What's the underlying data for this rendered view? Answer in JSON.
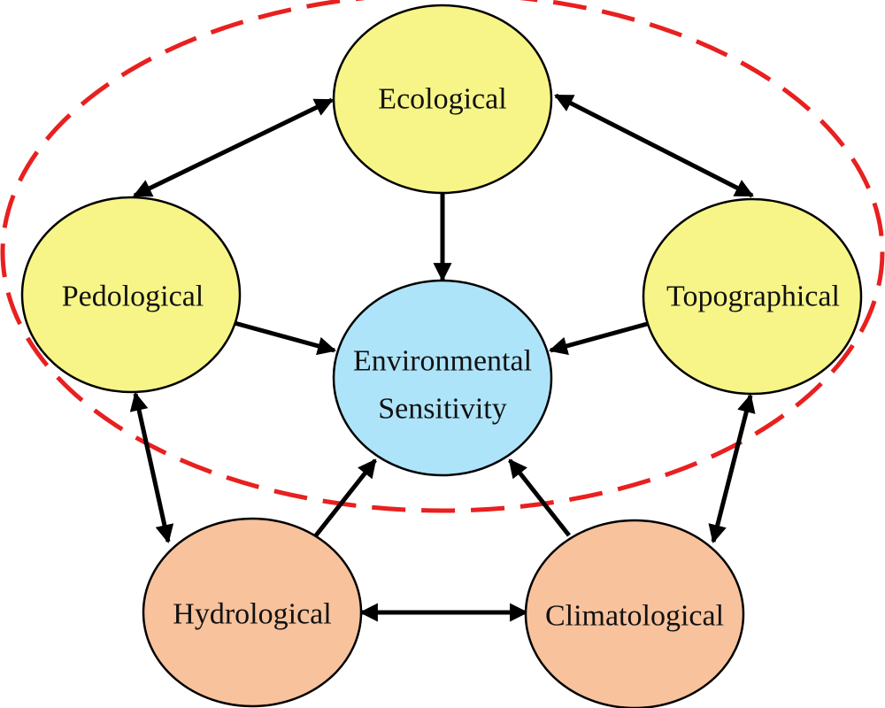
{
  "diagram": {
    "colors": {
      "group_ring": "#e8201f",
      "outer_node_fill": "#f7f587",
      "lower_node_fill": "#f8c29c",
      "center_node_fill": "#aee4f9",
      "stroke": "#000000"
    },
    "nodes": {
      "ecological": {
        "label": "Ecological",
        "fill": "#f7f587"
      },
      "pedological": {
        "label": "Pedological",
        "fill": "#f7f587"
      },
      "topographical": {
        "label": "Topographical",
        "fill": "#f7f587"
      },
      "environmental": {
        "label_line1": "Environmental",
        "label_line2": "Sensitivity",
        "fill": "#aee4f9"
      },
      "hydrological": {
        "label": "Hydrological",
        "fill": "#f8c29c"
      },
      "climatological": {
        "label": "Climatological",
        "fill": "#f8c29c"
      }
    },
    "edges": [
      {
        "from": "ecological",
        "to": "pedological",
        "type": "bidirectional"
      },
      {
        "from": "ecological",
        "to": "topographical",
        "type": "bidirectional"
      },
      {
        "from": "ecological",
        "to": "environmental",
        "type": "directed"
      },
      {
        "from": "pedological",
        "to": "environmental",
        "type": "directed"
      },
      {
        "from": "topographical",
        "to": "environmental",
        "type": "directed"
      },
      {
        "from": "hydrological",
        "to": "environmental",
        "type": "directed"
      },
      {
        "from": "climatological",
        "to": "environmental",
        "type": "directed"
      },
      {
        "from": "pedological",
        "to": "hydrological",
        "type": "bidirectional"
      },
      {
        "from": "topographical",
        "to": "climatological",
        "type": "bidirectional"
      },
      {
        "from": "hydrological",
        "to": "climatological",
        "type": "bidirectional"
      }
    ]
  }
}
